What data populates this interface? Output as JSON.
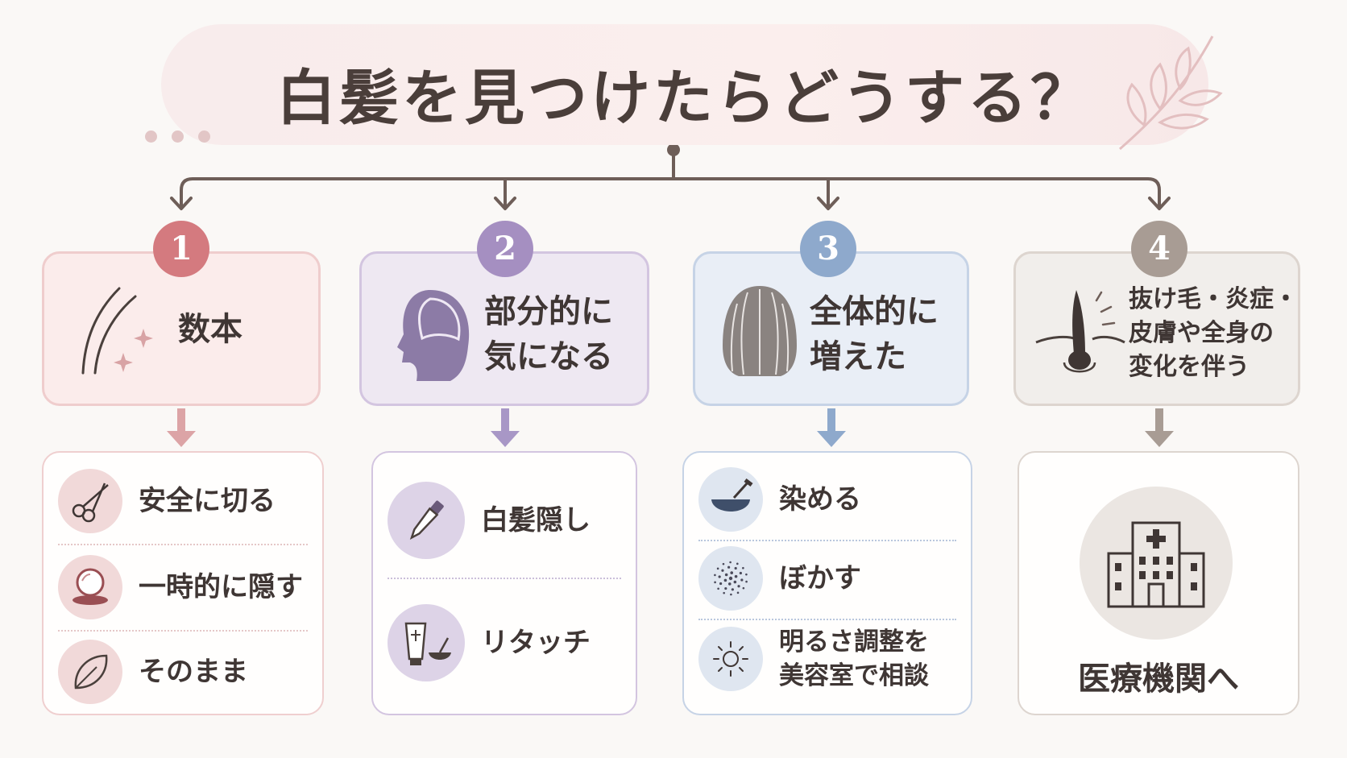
{
  "title": "白髪を見つけたらどうする？",
  "colors": {
    "pink": "#d47a7f",
    "purple": "#a58fc1",
    "blue": "#8ea9cc",
    "taupe": "#a89c94",
    "line": "#6e5e58"
  },
  "branches": [
    {
      "number": "1",
      "label_lines": [
        "数本"
      ],
      "icon": "hair-strands-icon",
      "options": [
        {
          "text": "安全に切る",
          "icon": "scissors-icon"
        },
        {
          "text": "一時的に隠す",
          "icon": "compact-mirror-icon"
        },
        {
          "text": "そのまま",
          "icon": "leaf-icon"
        }
      ]
    },
    {
      "number": "2",
      "label_lines": [
        "部分的に",
        "気になる"
      ],
      "icon": "head-profile-icon",
      "options": [
        {
          "text": "白髪隠し",
          "icon": "concealer-pen-icon"
        },
        {
          "text": "リタッチ",
          "icon": "dye-tube-bowl-icon"
        }
      ]
    },
    {
      "number": "3",
      "label_lines": [
        "全体的に",
        "増えた"
      ],
      "icon": "hair-bob-icon",
      "options": [
        {
          "text": "染める",
          "icon": "mixing-bowl-brush-icon"
        },
        {
          "text": "ぼかす",
          "icon": "blur-dots-icon"
        },
        {
          "text_lines": [
            "明るさ調整を",
            "美容室で相談"
          ],
          "icon": "sun-icon"
        }
      ]
    },
    {
      "number": "4",
      "label_lines": [
        "抜け毛・炎症・",
        "皮膚や全身の",
        "変化を伴う"
      ],
      "icon": "hair-follicle-icon",
      "options": [
        {
          "text": "医療機関へ",
          "icon": "hospital-icon"
        }
      ]
    }
  ]
}
